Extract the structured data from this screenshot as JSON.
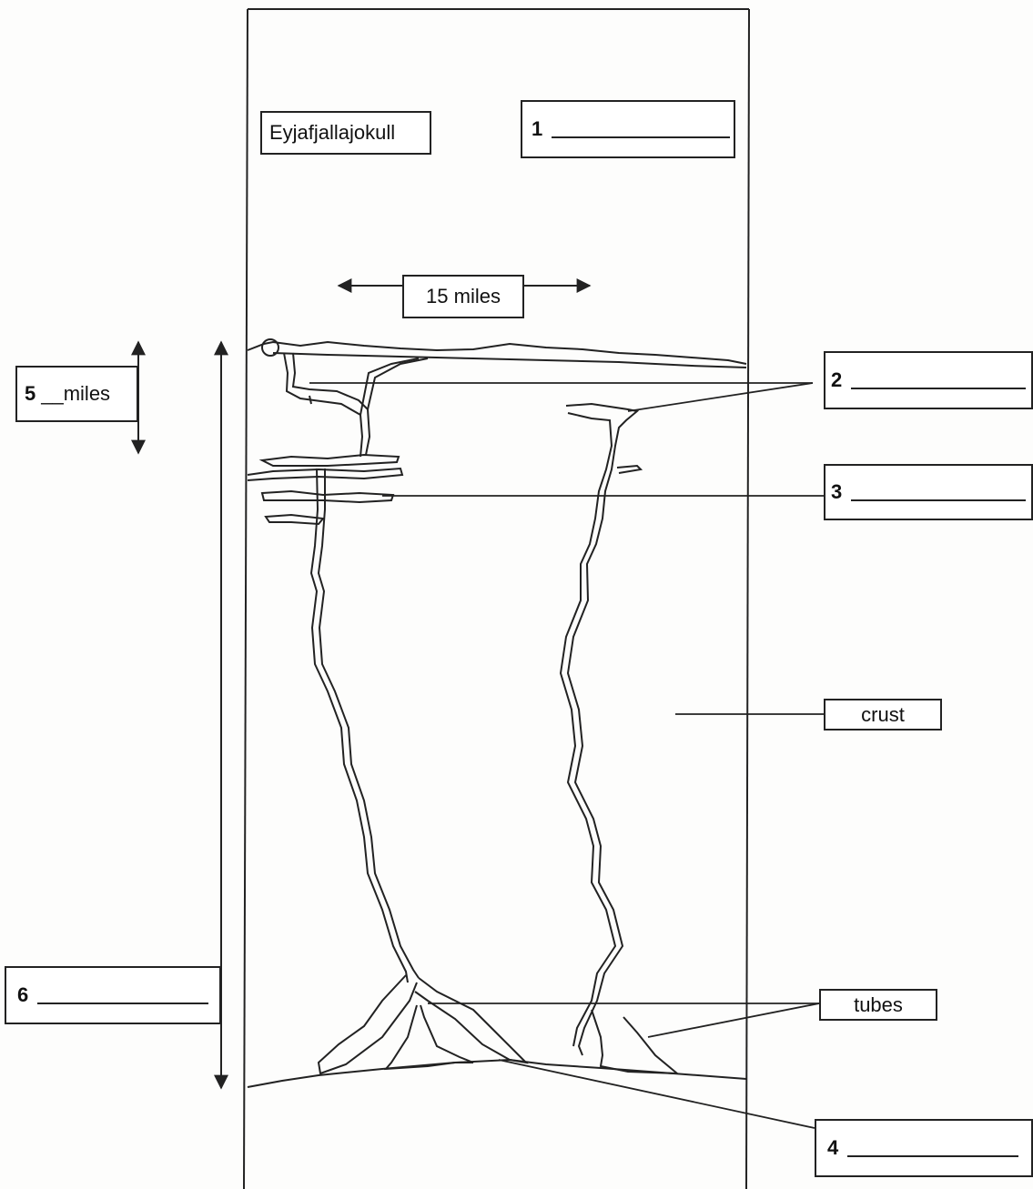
{
  "diagram": {
    "volcano_label": "Eyjafjallajokull",
    "width_label": "15 miles",
    "crust_label": "crust",
    "tubes_label": "tubes",
    "blanks": [
      {
        "number": "1"
      },
      {
        "number": "2"
      },
      {
        "number": "3"
      },
      {
        "number": "4"
      },
      {
        "number": "5",
        "suffix": "__miles"
      },
      {
        "number": "6"
      }
    ]
  }
}
